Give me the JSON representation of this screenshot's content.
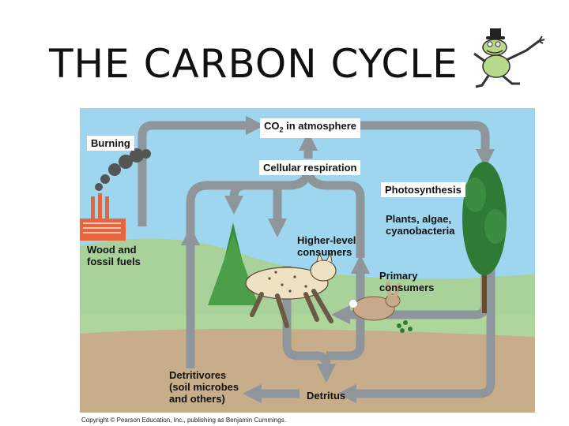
{
  "title": "THE CARBON CYCLE",
  "labels": {
    "co2": "CO",
    "co2_sub": "2",
    "co2_rest": " in atmosphere",
    "burning": "Burning",
    "cellular_respiration": "Cellular respiration",
    "photosynthesis": "Photosynthesis",
    "plants": "Plants, algae,\ncyanobacteria",
    "wood": "Wood and\nfossil fuels",
    "higher_consumers": "Higher-level\nconsumers",
    "primary_consumers": "Primary\nconsumers",
    "detritivores": "Detritivores\n(soil microbes\nand others)",
    "detritus": "Detritus"
  },
  "copyright": "Copyright © Pearson Education, Inc., publishing as Benjamin Cummings.",
  "icons": [
    "frog-mascot-icon",
    "factory-icon",
    "smoke-icon",
    "conifer-tree-icon",
    "shrub-icon",
    "lynx-icon",
    "rabbit-icon",
    "plant-sprig-icon"
  ],
  "colors": {
    "sky": "#9fd6ef",
    "hills": "#a9d29a",
    "ground": "#c8ad8a",
    "arrow": "#8f969b",
    "tree": "#2f7a35",
    "factory": "#e8643c"
  }
}
